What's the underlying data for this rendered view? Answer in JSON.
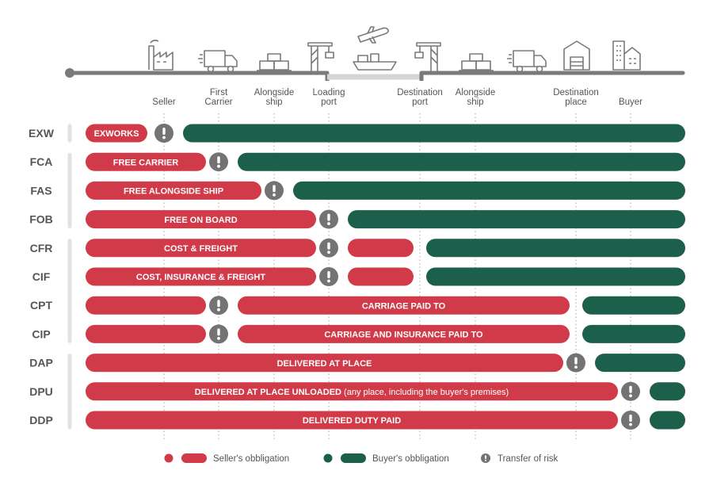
{
  "colors": {
    "seller": "#d13a48",
    "buyer": "#1c5f4b",
    "risk": "#737373",
    "rail": "#7a7a7a",
    "guide": "#b5b5b5",
    "code": "#555555",
    "group_bar": "#e2e2e2"
  },
  "stages": [
    {
      "id": "seller",
      "label": [
        "Seller"
      ]
    },
    {
      "id": "first_carrier",
      "label": [
        "First",
        "Carrier"
      ]
    },
    {
      "id": "alongside_origin",
      "label": [
        "Alongside",
        "ship"
      ]
    },
    {
      "id": "loading_port",
      "label": [
        "Loading",
        "port"
      ]
    },
    {
      "id": "destination_port",
      "label": [
        "Destination",
        "port"
      ]
    },
    {
      "id": "alongside_dest",
      "label": [
        "Alongside",
        "ship"
      ]
    },
    {
      "id": "destination_place",
      "label": [
        "Destination",
        "place"
      ]
    },
    {
      "id": "buyer",
      "label": [
        "Buyer"
      ]
    }
  ],
  "icons": [
    "factory-icon",
    "truck-icon",
    "container-stack-icon",
    "port-crane-icon",
    "airplane-icon",
    "cargo-ship-icon",
    "port-crane-icon",
    "container-stack-icon",
    "truck-icon",
    "warehouse-icon",
    "buildings-icon"
  ],
  "terms": [
    {
      "code": "EXW",
      "segments": [
        {
          "owner": "seller",
          "label": "EXWORKS",
          "from": "seller",
          "to": "seller"
        }
      ],
      "risk": "seller"
    },
    {
      "code": "FCA",
      "segments": [
        {
          "owner": "seller",
          "label": "FREE CARRIER",
          "from": "seller",
          "to": "first_carrier"
        }
      ],
      "risk": "first_carrier"
    },
    {
      "code": "FAS",
      "segments": [
        {
          "owner": "seller",
          "label": "FREE ALONGSIDE SHIP",
          "from": "seller",
          "to": "alongside_origin"
        }
      ],
      "risk": "alongside_origin"
    },
    {
      "code": "FOB",
      "segments": [
        {
          "owner": "seller",
          "label": "FREE ON BOARD",
          "from": "seller",
          "to": "loading_port"
        }
      ],
      "risk": "loading_port"
    },
    {
      "code": "CFR",
      "segments": [
        {
          "owner": "seller",
          "label": "COST & FREIGHT",
          "from": "seller",
          "to": "loading_port"
        },
        {
          "owner": "seller",
          "label": "",
          "from": "loading_port",
          "to": "destination_port"
        }
      ],
      "risk": "loading_port"
    },
    {
      "code": "CIF",
      "segments": [
        {
          "owner": "seller",
          "label": "COST, INSURANCE & FREIGHT",
          "from": "seller",
          "to": "loading_port"
        },
        {
          "owner": "seller",
          "label": "",
          "from": "loading_port",
          "to": "destination_port"
        }
      ],
      "risk": "loading_port"
    },
    {
      "code": "CPT",
      "segments": [
        {
          "owner": "seller",
          "label": "",
          "from": "seller",
          "to": "first_carrier"
        },
        {
          "owner": "seller",
          "label": "CARRIAGE PAID TO",
          "from": "first_carrier",
          "to": "destination_place"
        }
      ],
      "risk": "first_carrier"
    },
    {
      "code": "CIP",
      "segments": [
        {
          "owner": "seller",
          "label": "",
          "from": "seller",
          "to": "first_carrier"
        },
        {
          "owner": "seller",
          "label": "CARRIAGE AND INSURANCE PAID TO",
          "from": "first_carrier",
          "to": "destination_place"
        }
      ],
      "risk": "first_carrier"
    },
    {
      "code": "DAP",
      "segments": [
        {
          "owner": "seller",
          "label": "DELIVERED AT PLACE",
          "from": "seller",
          "to": "destination_place"
        }
      ],
      "risk": "destination_place"
    },
    {
      "code": "DPU",
      "segments": [
        {
          "owner": "seller",
          "label": "DELIVERED AT PLACE UNLOADED",
          "label_suffix": " (any place, including the buyer's premises)",
          "from": "seller",
          "to": "buyer"
        }
      ],
      "risk": "buyer"
    },
    {
      "code": "DDP",
      "segments": [
        {
          "owner": "seller",
          "label": "DELIVERED DUTY PAID",
          "from": "seller",
          "to": "buyer"
        }
      ],
      "risk": "buyer"
    }
  ],
  "legend": {
    "seller": "Seller's obbligation",
    "buyer": "Buyer's obbligation",
    "risk": "Transfer of risk"
  }
}
